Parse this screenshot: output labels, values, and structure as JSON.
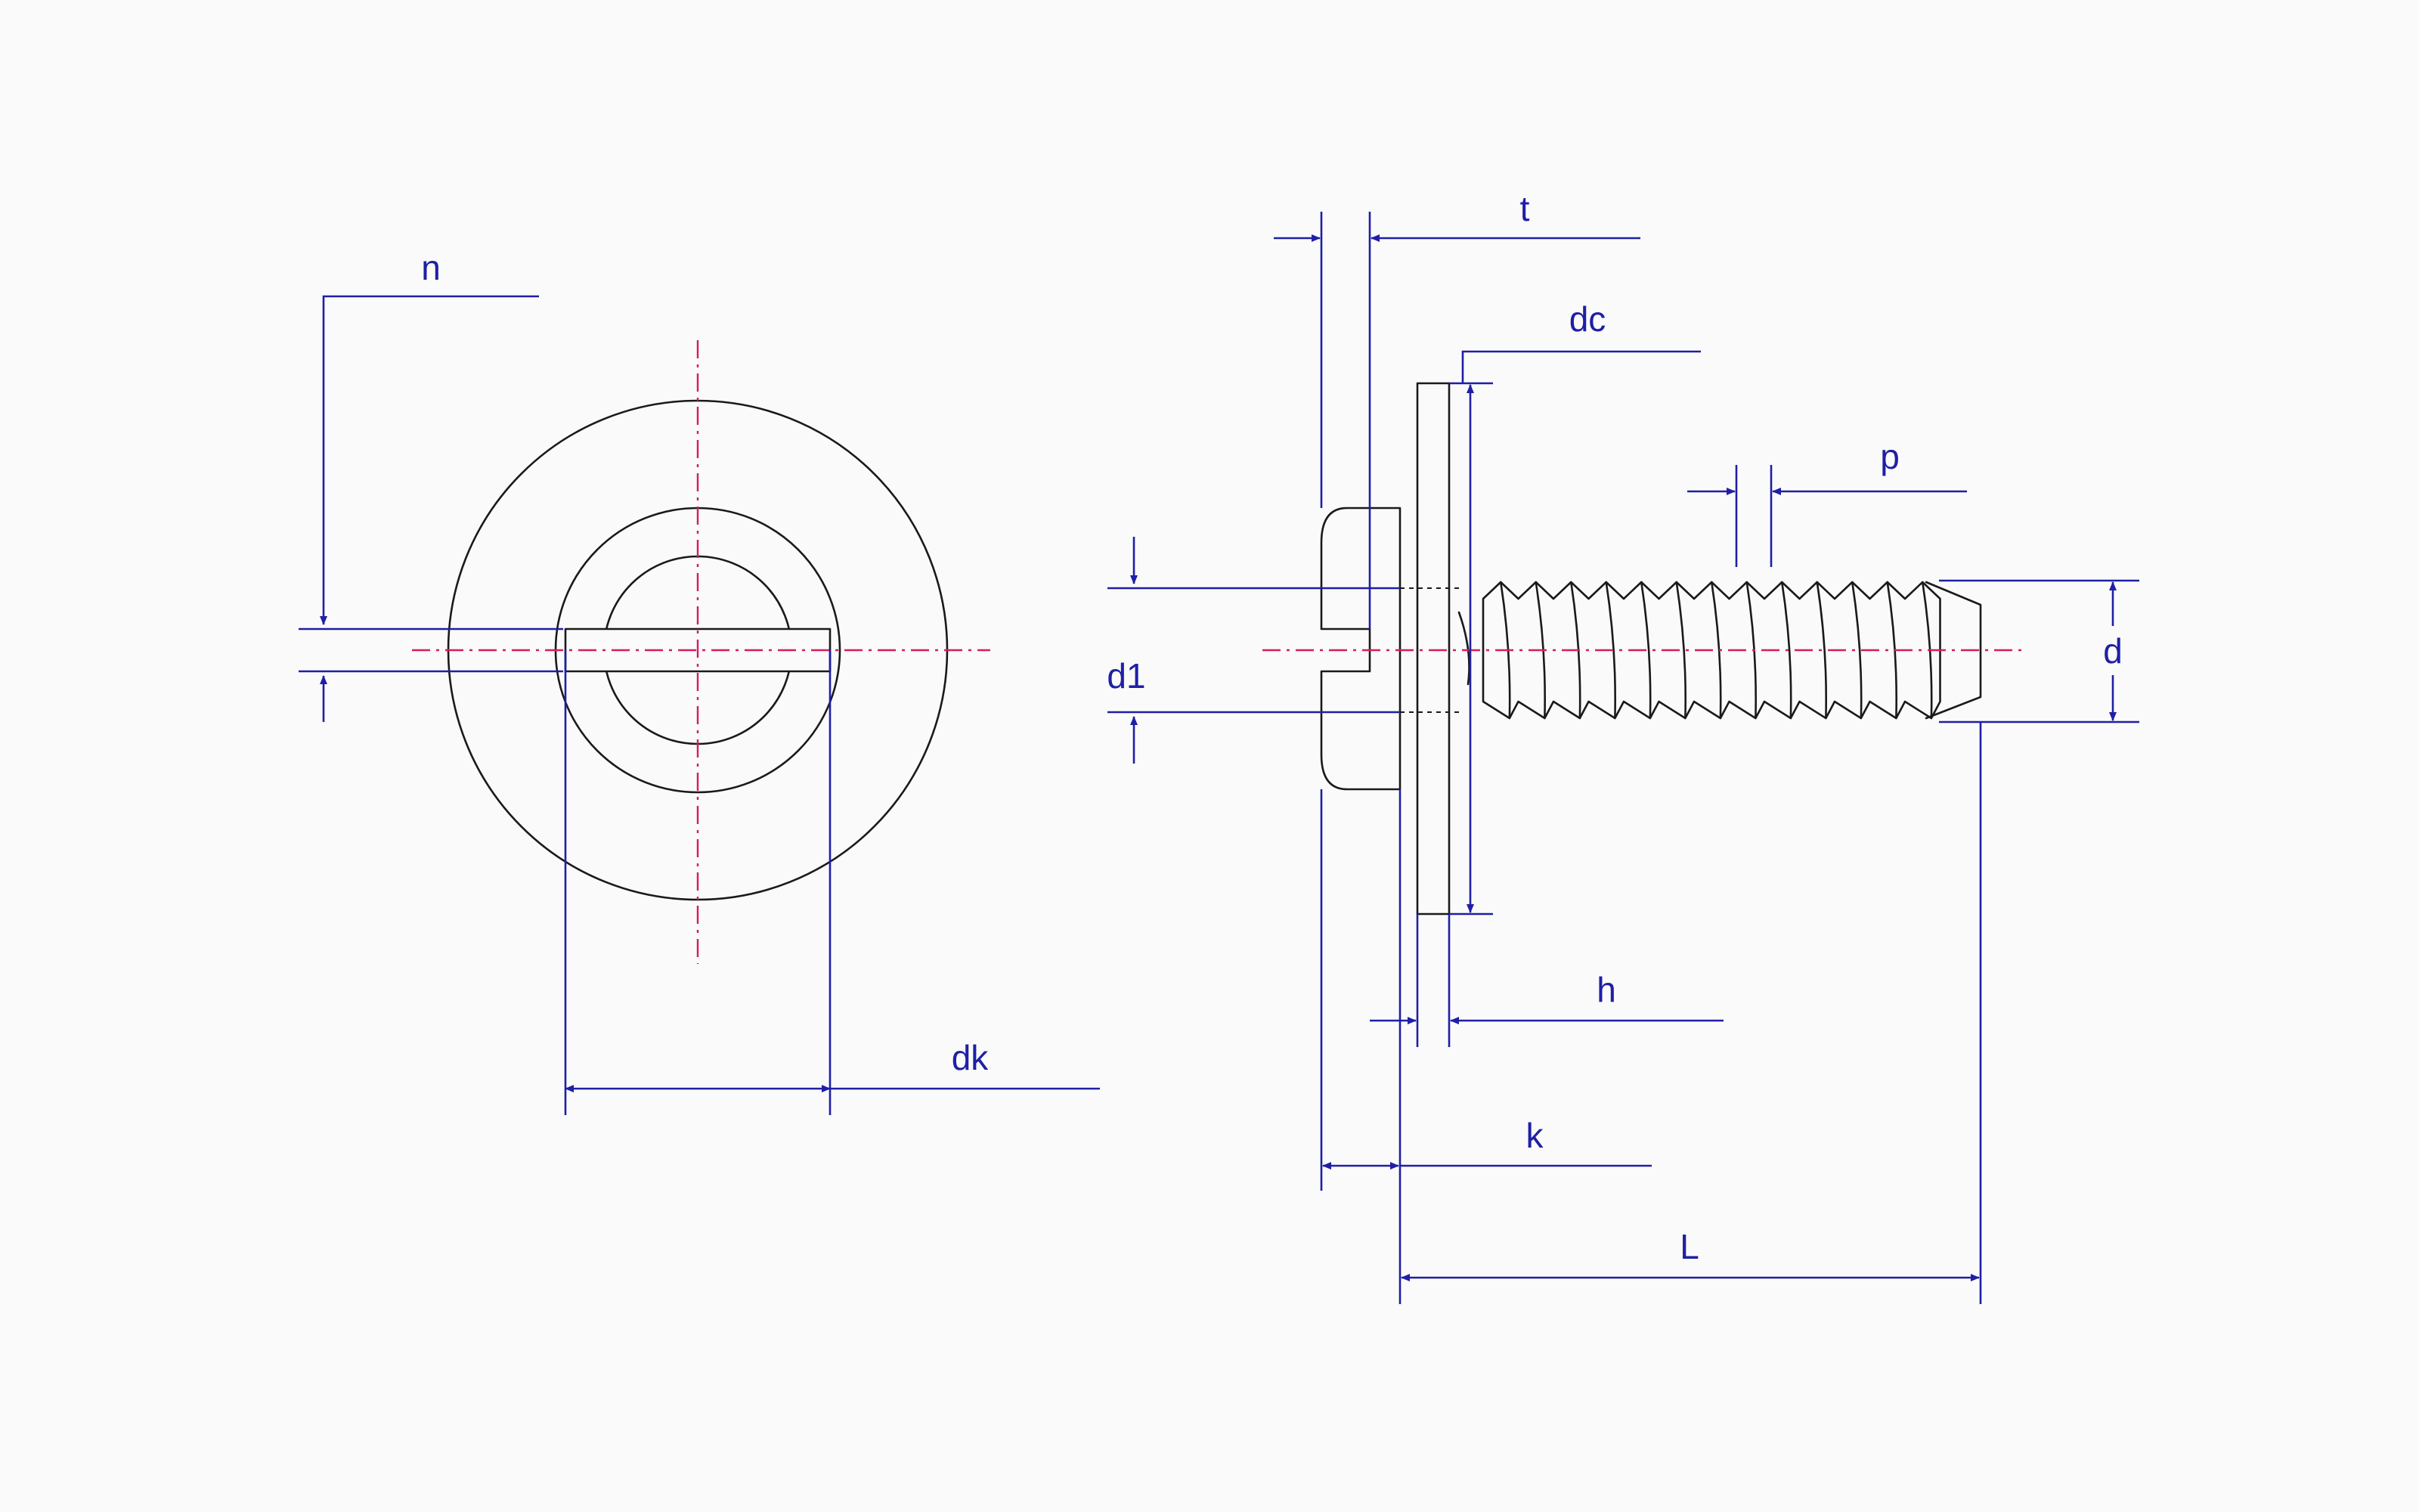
{
  "labels": {
    "n": "n",
    "dk": "dk",
    "t": "t",
    "dc": "dc",
    "p": "p",
    "d1": "d1",
    "d": "d",
    "h": "h",
    "k": "k",
    "L": "L"
  },
  "colors": {
    "part_outline": "#1a1a1a",
    "dimension": "#1f1fa6",
    "centerline": "#d81b60",
    "background": "#fafafa"
  }
}
